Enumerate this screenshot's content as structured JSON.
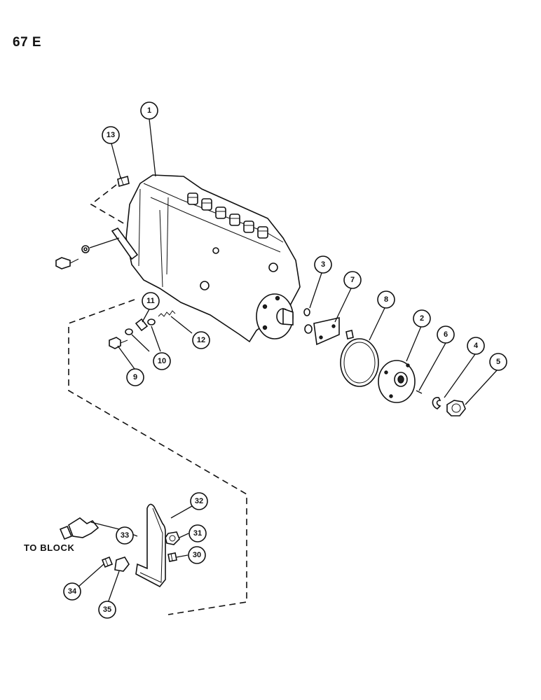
{
  "page_label": "67 E",
  "to_block_label": "TO BLOCK",
  "callouts": [
    "1",
    "2",
    "3",
    "4",
    "5",
    "6",
    "7",
    "8",
    "9",
    "10",
    "11",
    "12",
    "13",
    "30",
    "31",
    "32",
    "33",
    "34",
    "35"
  ]
}
